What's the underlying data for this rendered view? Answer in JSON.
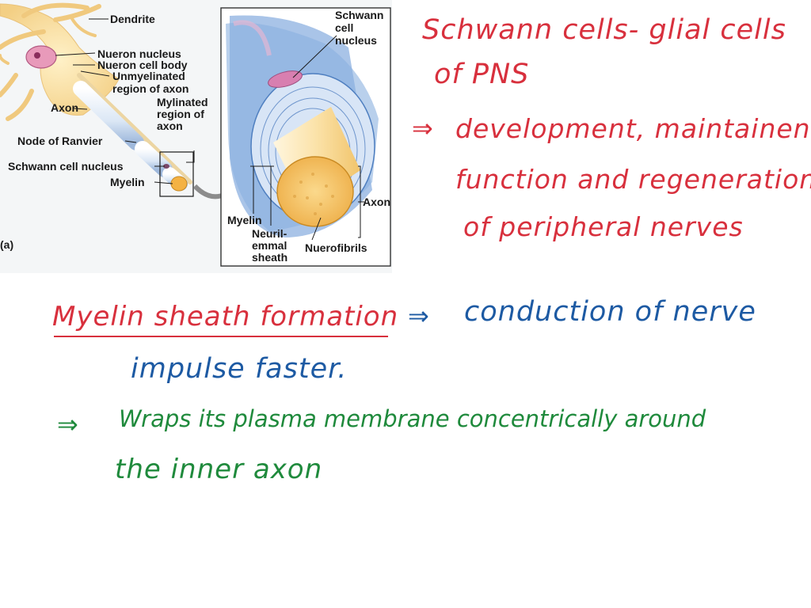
{
  "figure": {
    "panel_label": "(a)",
    "labels": {
      "dendrite": "Dendrite",
      "neuron_nucleus": "Nueron nucleus",
      "neuron_cell_body": "Nueron cell body",
      "unmyelinated_1": "Unmyelinated",
      "unmyelinated_2": "region of axon",
      "axon_left": "Axon",
      "mylinated_1": "Mylinated",
      "mylinated_2": "region of",
      "mylinated_3": "axon",
      "node_of_ranvier": "Node of Ranvier",
      "schwann_nucleus_left": "Schwann cell nucleus",
      "myelin_left": "Myelin",
      "schwann_zoom_1": "Schwann",
      "schwann_zoom_2": "cell",
      "schwann_zoom_3": "nucleus",
      "axon_zoom": "Axon",
      "myelin_zoom": "Myelin",
      "neurilemma_1": "Neuril-",
      "neurilemma_2": "emmal",
      "neurilemma_3": "sheath",
      "neurofibrils": "Nuerofibrils"
    }
  },
  "notes": {
    "schwann_1": "Schwann cells- glial cells",
    "schwann_2": "of PNS",
    "dev_arrow": "⇒",
    "dev_1": "development, maintainence",
    "dev_2": "function and regeneration",
    "dev_3": "of peripheral nerves",
    "myelin_title": "Myelin sheath formation",
    "myelin_arrow": "⇒",
    "conduction_1": "conduction of nerve",
    "conduction_2": "impulse faster.",
    "wrap_arrow": "⇒",
    "wrap_1": "Wraps its plasma membrane concentrically around",
    "wrap_2": "the inner axon"
  },
  "colors": {
    "red_ink": "#d8303d",
    "blue_ink": "#1d5aa3",
    "green_ink": "#1f8a3c"
  }
}
